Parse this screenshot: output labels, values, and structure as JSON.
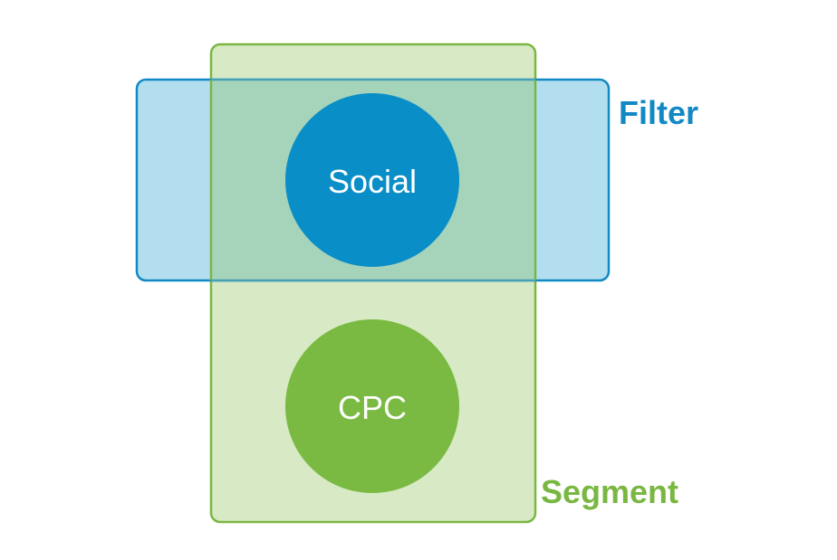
{
  "filter": {
    "label": "Filter",
    "color": "#1189c4",
    "fill_color": "#b3def0"
  },
  "segment": {
    "label": "Segment",
    "color": "#7ab742",
    "fill_color": "#d7eac5"
  },
  "overlap": {
    "fill_color": "#a6d4bb"
  },
  "circles": {
    "social": {
      "label": "Social",
      "color": "#0a8ec7"
    },
    "cpc": {
      "label": "CPC",
      "color": "#7aba42"
    }
  }
}
